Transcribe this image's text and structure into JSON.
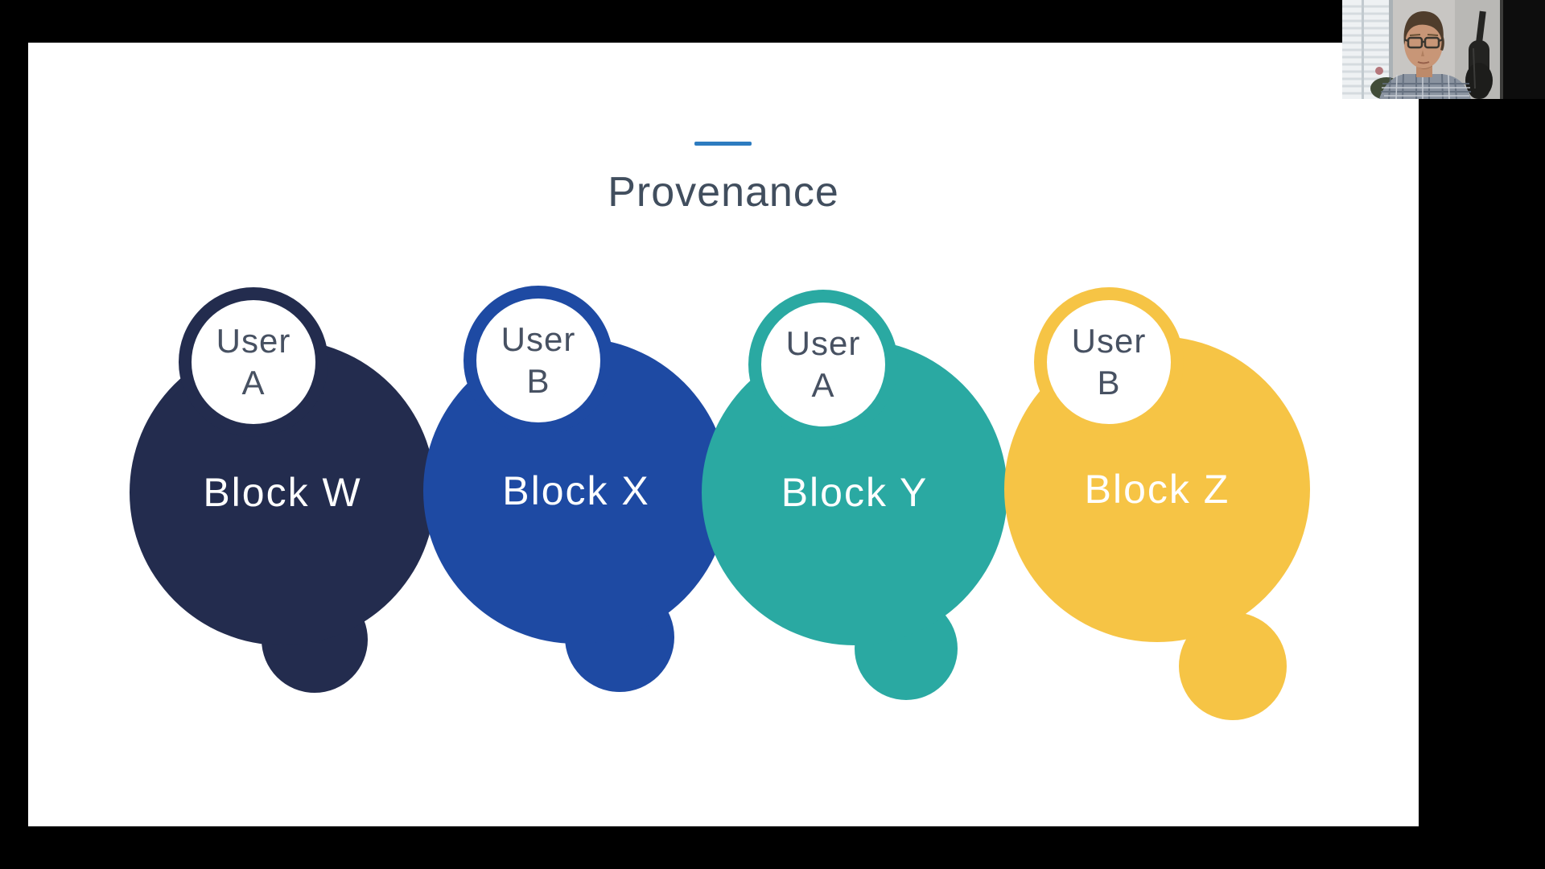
{
  "page": {
    "background": "#000000"
  },
  "slide": {
    "title": "Provenance",
    "title_color": "#414e5e",
    "accent_line_color": "#2d7cc0",
    "background": "#ffffff",
    "label_color": "#ffffff",
    "user_text_color": "#475162",
    "blocks": [
      {
        "label": "Block W",
        "user_line1": "User",
        "user_line2": "A",
        "color": "#232c4e"
      },
      {
        "label": "Block X",
        "user_line1": "User",
        "user_line2": "B",
        "color": "#1e4aa3"
      },
      {
        "label": "Block Y",
        "user_line1": "User",
        "user_line2": "A",
        "color": "#2aa9a2"
      },
      {
        "label": "Block Z",
        "user_line1": "User",
        "user_line2": "B",
        "color": "#f6c445"
      }
    ]
  },
  "webcam": {
    "wall_color": "#c8c6c3",
    "window_color": "#eef1f3",
    "dark_side_color": "#0d0d0d",
    "hair_color": "#4f3d2c",
    "skin_color": "#c89677",
    "shirt_color": "#8a93a0"
  }
}
